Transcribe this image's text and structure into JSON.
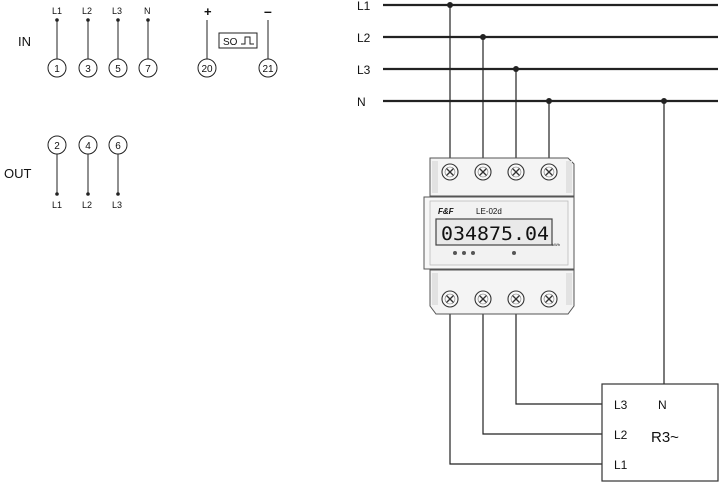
{
  "legend": {
    "in_label": "IN",
    "out_label": "OUT",
    "in_terminals": [
      {
        "phase": "L1",
        "number": "1"
      },
      {
        "phase": "L2",
        "number": "3"
      },
      {
        "phase": "L3",
        "number": "5"
      },
      {
        "phase": "N",
        "number": "7"
      }
    ],
    "pulse": {
      "plus": "+",
      "minus": "–",
      "so_label": "SO",
      "plus_terminal": "20",
      "minus_terminal": "21"
    },
    "out_terminals": [
      {
        "phase": "L1",
        "number": "2"
      },
      {
        "phase": "L2",
        "number": "4"
      },
      {
        "phase": "L3",
        "number": "6"
      }
    ]
  },
  "supply_lines": [
    "L1",
    "L2",
    "L3",
    "N"
  ],
  "meter": {
    "brand": "F&F",
    "model": "LE-02d",
    "reading": "034875.04",
    "unit": "kWh"
  },
  "load": {
    "label": "R3~",
    "inputs": [
      "L3",
      "L2",
      "L1"
    ],
    "neutral": "N"
  },
  "icons": [
    "screw-terminal-icon",
    "pulse-waveform-icon"
  ]
}
